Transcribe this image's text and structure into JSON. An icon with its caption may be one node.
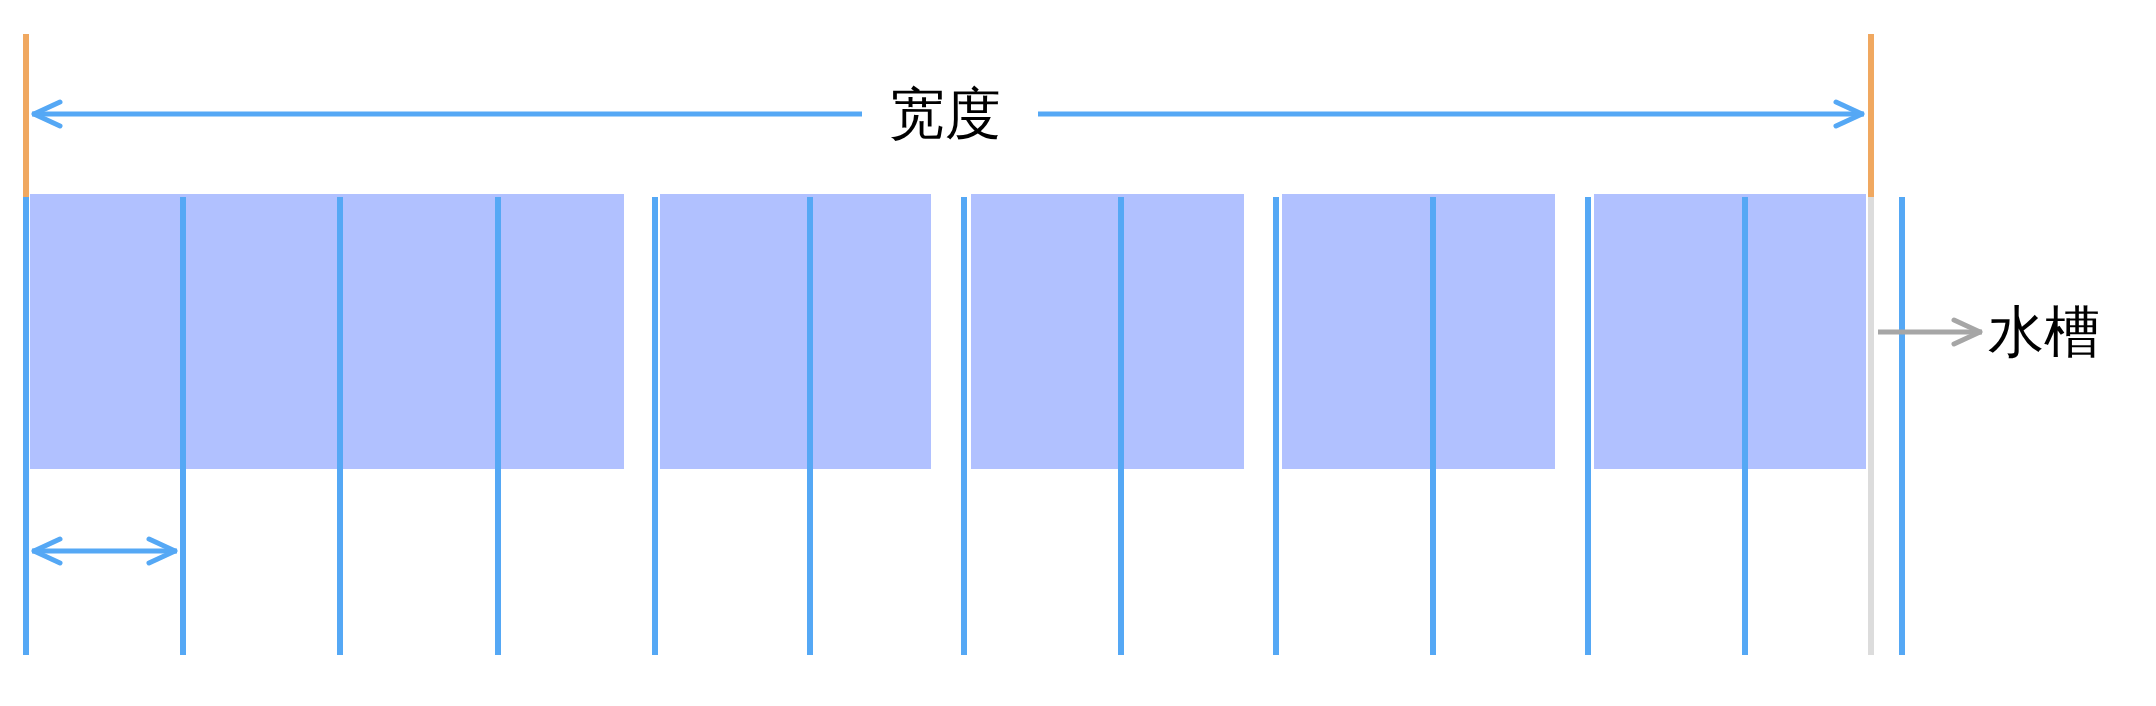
{
  "diagram": {
    "nodes": [
      {
        "text": [
          "水槽"
        ]
      },
      {
        "text": [],
        "shape": "bar"
      }
    ],
    "edges": [
      {
        "from": 1,
        "to": 0,
        "arrow": "to",
        "color": "#a6a6a6"
      }
    ],
    "labels": [
      "宽度"
    ]
  }
}
